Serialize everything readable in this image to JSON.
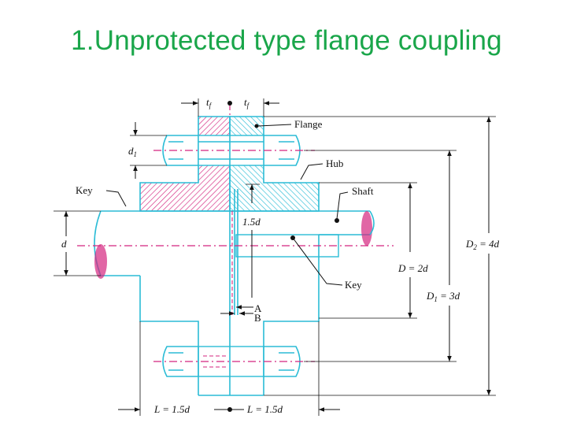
{
  "slide": {
    "title": "1.Unprotected type flange coupling"
  },
  "diagram": {
    "labels": {
      "tf_left": "t",
      "tf_right": "t",
      "tf_sub": "f",
      "flange": "Flange",
      "d1": "d",
      "d1_sub": "1",
      "hub": "Hub",
      "key_top": "Key",
      "shaft": "Shaft",
      "d": "d",
      "hub_len": "1.5d",
      "key_bottom": "Key",
      "D": "D = 2d",
      "D1": "D",
      "D1_sub": "1",
      "D1_eq": " = 3d",
      "D2": "D",
      "D2_sub": "2",
      "D2_eq": " = 4d",
      "A": "A",
      "B": "B",
      "L_left": "L = 1.5d",
      "L_right": "L = 1.5d"
    },
    "colors": {
      "title": "#1aa64a",
      "outline": "#2bbcd6",
      "left_flange_hatch": "#d4257f",
      "right_flange_hatch": "#2bbcd6",
      "center_lines": "#d4257f"
    }
  }
}
